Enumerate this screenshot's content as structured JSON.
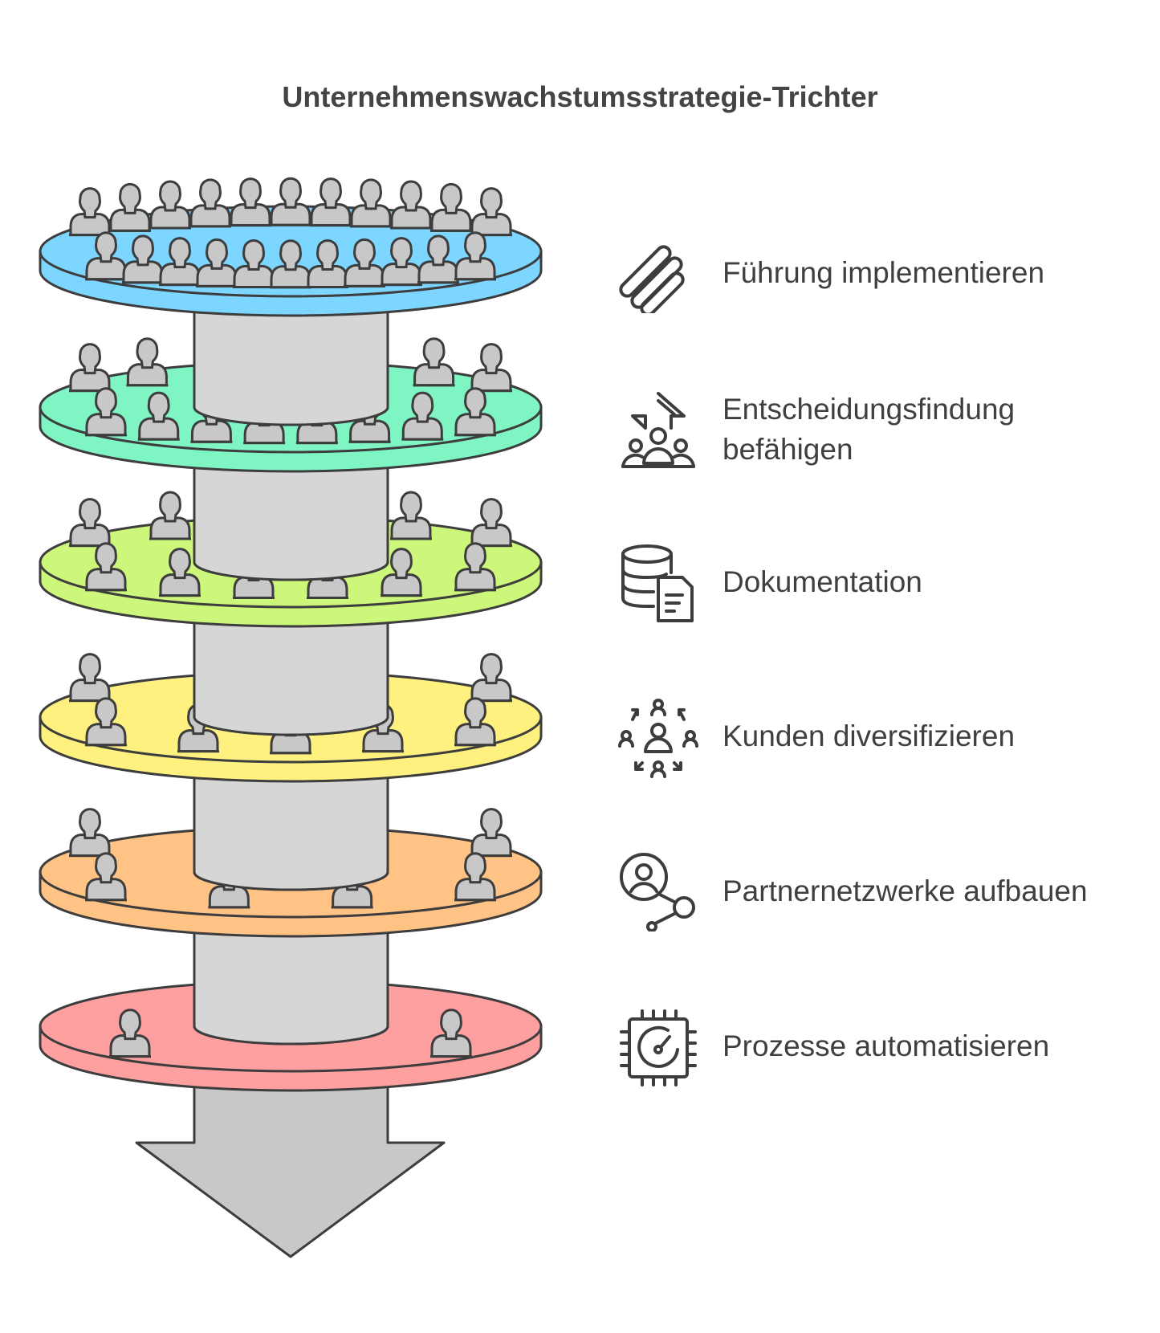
{
  "title": "Unternehmenswachstumsstrategie-Trichter",
  "stages": [
    {
      "label": "Führung implementieren",
      "icon": "strategy-slashes-icon",
      "color": "#7dd6ff",
      "people": 22
    },
    {
      "label": "Entscheidungsfindung befähigen",
      "icon": "team-up-arrow-icon",
      "color": "#7ff5c4",
      "people": 16
    },
    {
      "label": "Dokumentation",
      "icon": "database-document-icon",
      "color": "#cdf77a",
      "people": 12
    },
    {
      "label": "Kunden diversifizieren",
      "icon": "people-cycle-icon",
      "color": "#fff17f",
      "people": 9
    },
    {
      "label": "Partnernetzwerke aufbauen",
      "icon": "user-network-icon",
      "color": "#ffc386",
      "people": 7
    },
    {
      "label": "Prozesse automatisieren",
      "icon": "cpu-gauge-icon",
      "color": "#ffa0a0",
      "people": 3
    }
  ]
}
